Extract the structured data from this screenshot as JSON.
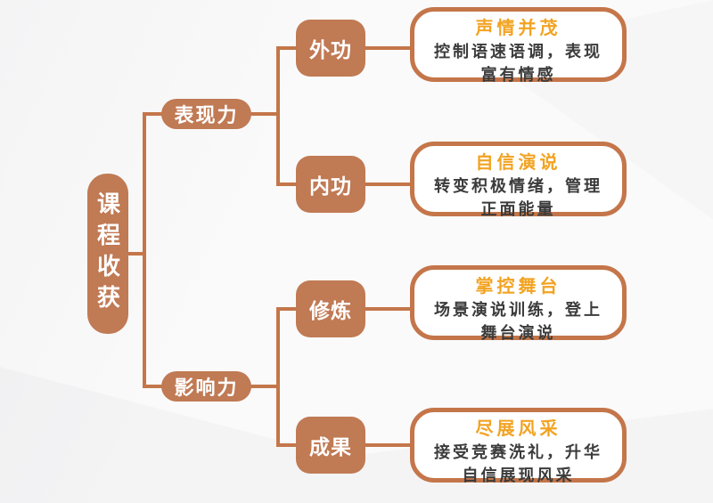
{
  "palette": {
    "node_fill": "#c07a54",
    "connector": "#c4764a",
    "card_border": "#c4764a",
    "card_title": "#f2a322",
    "card_body_text": "#3b3b3b",
    "node_text": "#ffffff",
    "background": "#fafafa"
  },
  "root": {
    "label": "课程收获"
  },
  "branches": [
    {
      "label": "表现力",
      "children": [
        {
          "label": "外功",
          "card": {
            "title": "声情并茂",
            "body": "控制语速语调，表现富有情感"
          }
        },
        {
          "label": "内功",
          "card": {
            "title": "自信演说",
            "body": "转变积极情绪，管理正面能量"
          }
        }
      ]
    },
    {
      "label": "影响力",
      "children": [
        {
          "label": "修炼",
          "card": {
            "title": "掌控舞台",
            "body": "场景演说训练，登上舞台演说"
          }
        },
        {
          "label": "成果",
          "card": {
            "title": "尽展风采",
            "body": "接受竞赛洗礼，升华自信展现风采"
          }
        }
      ]
    }
  ]
}
